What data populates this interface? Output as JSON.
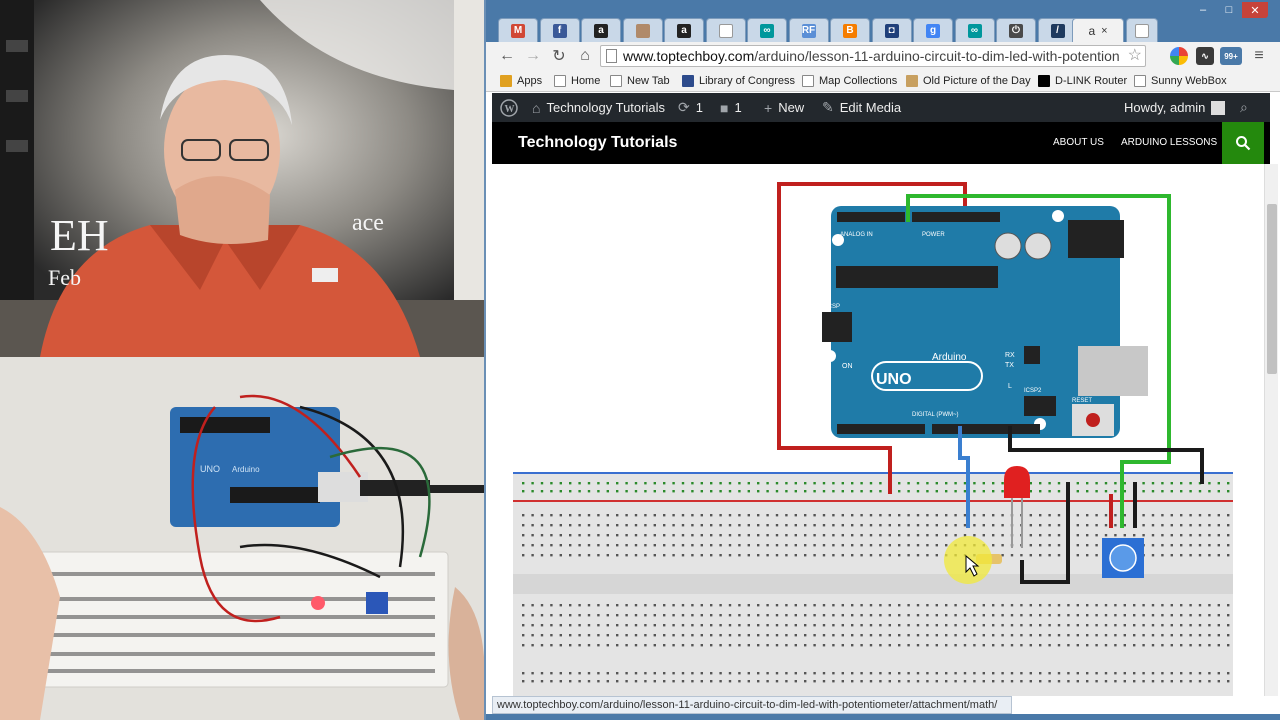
{
  "window": {
    "tabs": [
      {
        "icon": "gmail-icon",
        "letter": "M",
        "color": "#d14836"
      },
      {
        "icon": "facebook-icon",
        "letter": "f",
        "color": "#3b5998"
      },
      {
        "icon": "amazon-icon",
        "letter": "a",
        "color": "#222222"
      },
      {
        "icon": "photo-tab-icon",
        "letter": "",
        "color": "#b08a6a"
      },
      {
        "icon": "amazon-icon",
        "letter": "a",
        "color": "#222222"
      },
      {
        "icon": "blank-page-icon",
        "letter": "",
        "color": "#ffffff"
      },
      {
        "icon": "arduino-icon",
        "letter": "∞",
        "color": "#00979c"
      },
      {
        "icon": "rf-icon",
        "letter": "RF",
        "color": "#5b8fd6"
      },
      {
        "icon": "blogger-icon",
        "letter": "B",
        "color": "#f57d00"
      },
      {
        "icon": "chat-icon",
        "letter": "◘",
        "color": "#1f3f7a"
      },
      {
        "icon": "google-plus-icon",
        "letter": "g",
        "color": "#4285f4"
      },
      {
        "icon": "arduino-icon",
        "letter": "∞",
        "color": "#00979c"
      },
      {
        "icon": "power-icon",
        "letter": "⏻",
        "color": "#4a4a4a"
      },
      {
        "icon": "pen-icon",
        "letter": "/",
        "color": "#1e3a5f"
      }
    ],
    "active_tab_letter": "a",
    "close_glyph": "×",
    "min_glyph": "–",
    "max_glyph": "□",
    "close_window_glyph": "✕"
  },
  "toolbar": {
    "url_host": "www.toptechboy.com",
    "url_path": "/arduino/lesson-11-arduino-circuit-to-dim-led-with-potention",
    "badge": "99+"
  },
  "bookmarks": [
    {
      "label": "Apps",
      "icon": "apps-grid-icon",
      "color": "#e0a020"
    },
    {
      "label": "Home",
      "icon": "page-icon",
      "color": "#ffffff"
    },
    {
      "label": "New Tab",
      "icon": "page-icon",
      "color": "#ffffff"
    },
    {
      "label": "Library of Congress",
      "icon": "library-icon",
      "color": "#2d4b8c"
    },
    {
      "label": "Map Collections",
      "icon": "page-icon",
      "color": "#ffffff"
    },
    {
      "label": "Old Picture of the Day",
      "icon": "picture-icon",
      "color": "#c8a060"
    },
    {
      "label": "D-LINK Router",
      "icon": "dlink-icon",
      "color": "#000000"
    },
    {
      "label": "Sunny WebBox",
      "icon": "page-icon",
      "color": "#ffffff"
    }
  ],
  "wp_admin": {
    "site": "Technology Tutorials",
    "updates": "1",
    "comments": "1",
    "new": "New",
    "edit": "Edit Media",
    "howdy": "Howdy, admin"
  },
  "site_header": {
    "title": "Technology Tutorials",
    "nav": [
      "ABOUT US",
      "ARDUINO LESSONS"
    ]
  },
  "diagram": {
    "board_brand": "Arduino",
    "board_model": "UNO",
    "on_label": "ON",
    "tx_label": "TX",
    "rx_label": "RX",
    "l_label": "L",
    "icsp_label": "ICSP",
    "icsp2_label": "ICSP2",
    "reset_label": "RESET",
    "digital_label": "DIGITAL (PWM~)",
    "analog_label": "ANALOG IN",
    "power_label": "POWER",
    "wire_colors": {
      "red": "#c0201e",
      "green": "#2eb82e",
      "blue": "#3a7fd0",
      "black": "#1a1a1a",
      "board": "#1f7ba8",
      "pot": "#2b6fd4"
    }
  },
  "webcam": {
    "banner_text_1": "EH",
    "banner_text_2": "Feb",
    "banner_text_3": "ace",
    "board_brand": "Arduino",
    "board_model": "UNO"
  },
  "status_url": "www.toptechboy.com/arduino/lesson-11-arduino-circuit-to-dim-led-with-potentiometer/attachment/math/"
}
